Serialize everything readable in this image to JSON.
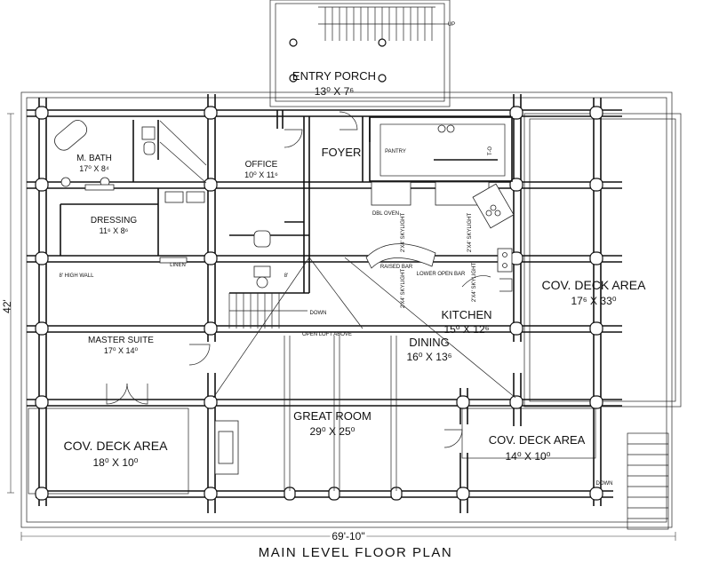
{
  "title": "MAIN LEVEL FLOOR PLAN",
  "dimensions": {
    "width": "69'-10\"",
    "depth": "42'"
  },
  "rooms": [
    {
      "id": "entry-porch",
      "name": "ENTRY PORCH",
      "size": "13⁰ X 7⁶"
    },
    {
      "id": "m-bath",
      "name": "M. BATH",
      "size": "17⁰ X 8⁴"
    },
    {
      "id": "office",
      "name": "OFFICE",
      "size": "10⁰ X 11⁶"
    },
    {
      "id": "foyer",
      "name": "FOYER",
      "size": ""
    },
    {
      "id": "dressing",
      "name": "DRESSING",
      "size": "11⁶ X 8⁶"
    },
    {
      "id": "master-suite",
      "name": "MASTER SUITE",
      "size": "17⁰ X 14⁰"
    },
    {
      "id": "kitchen",
      "name": "KITCHEN",
      "size": "15⁰ X 12⁶"
    },
    {
      "id": "dining",
      "name": "DINING",
      "size": "16⁰ X 13⁶"
    },
    {
      "id": "great-room",
      "name": "GREAT ROOM",
      "size": "29⁰ X 25⁰"
    },
    {
      "id": "cov-deck-right",
      "name": "COV. DECK AREA",
      "size": "17⁶ X 33⁰"
    },
    {
      "id": "cov-deck-left",
      "name": "COV. DECK AREA",
      "size": "18⁰ X 10⁰"
    },
    {
      "id": "cov-deck-center",
      "name": "COV. DECK AREA",
      "size": "14⁰ X 10⁰"
    }
  ],
  "notes": {
    "pantry": "PANTRY",
    "up": "UP",
    "down_stair": "DOWN",
    "down_deck": "DOWN",
    "open_loft": "OPEN LOFT ABOVE",
    "raised_bar": "RAISED BAR",
    "lower_open_bar": "LOWER OPEN BAR",
    "dbl_oven": "DBL OVEN",
    "linen": "LINEN",
    "high_wall": "8' HIGH WALL",
    "skylight": "2'X4' SKYLIGHT",
    "wall_8": "8'",
    "t_o": "T-O"
  }
}
